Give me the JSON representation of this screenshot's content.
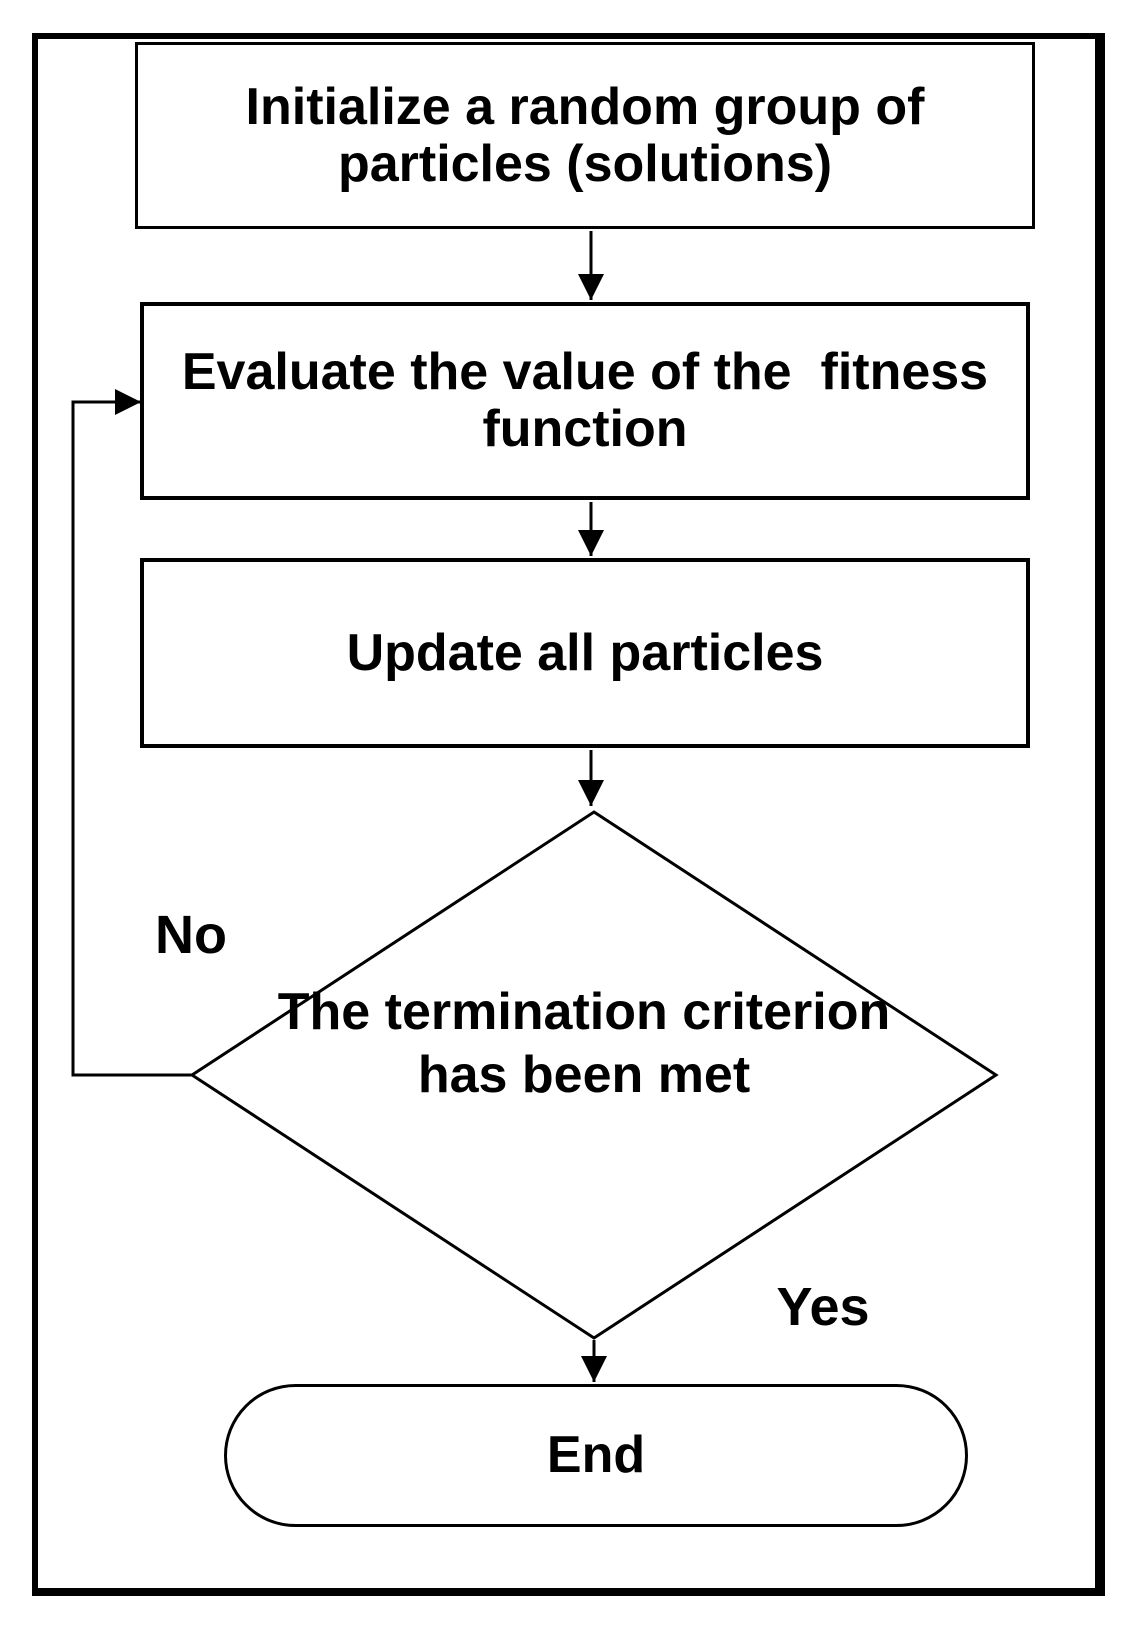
{
  "flowchart": {
    "background_color": "#ffffff",
    "line_color": "#000000",
    "nodes": [
      {
        "id": "initialize",
        "type": "process",
        "label": "Initialize a random group of\nparticles (solutions)"
      },
      {
        "id": "evaluate",
        "type": "process",
        "label": "Evaluate the value of the  fitness\nfunction"
      },
      {
        "id": "update",
        "type": "process",
        "label": "Update all particles"
      },
      {
        "id": "decision",
        "type": "decision",
        "label": "The termination criterion\nhas been met"
      },
      {
        "id": "end",
        "type": "terminator",
        "label": "End"
      }
    ],
    "edges": [
      {
        "from": "initialize",
        "to": "evaluate",
        "label": ""
      },
      {
        "from": "evaluate",
        "to": "update",
        "label": ""
      },
      {
        "from": "update",
        "to": "decision",
        "label": ""
      },
      {
        "from": "decision",
        "to": "evaluate",
        "label": "No"
      },
      {
        "from": "decision",
        "to": "end",
        "label": "Yes"
      }
    ],
    "labels": {
      "no": "No",
      "yes": "Yes"
    }
  }
}
